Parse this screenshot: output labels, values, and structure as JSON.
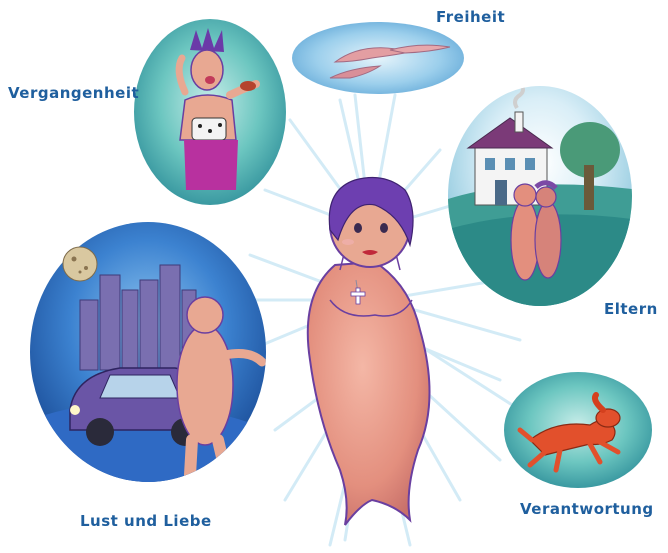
{
  "labels": {
    "freiheit": "Freiheit",
    "vergangenheit": "Vergangenheit",
    "eltern": "Eltern",
    "lust_und_liebe": "Lust und Liebe",
    "verantwortung": "Verantwortung"
  },
  "colors": {
    "label_text": "#1f5f9e",
    "ray": "#cfe9f6",
    "figure_skin": "#e7a090",
    "figure_outline": "#6a3fa0",
    "hair": "#6d3fb0",
    "vignette_teal": "#4fb3b0",
    "vignette_night_blue": "#2e6bc4",
    "sky_blue": "#8ec9ea"
  },
  "icons": {
    "cross": "cross-pendant-icon",
    "bird": "bird-icon",
    "house": "house-icon",
    "moon": "moon-icon",
    "dog": "dog-icon",
    "car": "car-icon"
  }
}
